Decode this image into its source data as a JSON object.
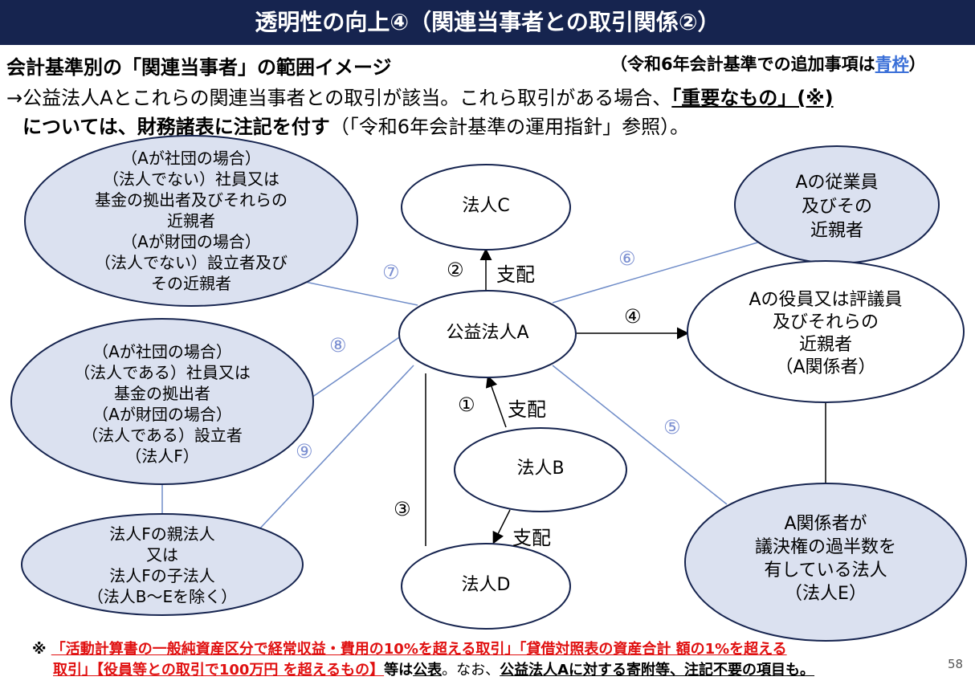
{
  "header": {
    "title": "透明性の向上④（関連当事者との取引関係②）"
  },
  "subtitle": "会計基準別の「関連当事者」の範囲イメージ",
  "note": {
    "prefix": "（令和6年会計基準での追加事項は",
    "link": "青枠",
    "suffix": "）"
  },
  "description": {
    "line1_a": "→公益法人Aとこれらの関連当事者との取引が該当。これら取引がある場合、",
    "line1_b": "「重要なもの」(※)",
    "line2_a": "については、財務諸表に注記を付す",
    "line2_b": "（「令和6年会計基準の運用指針」参照）。"
  },
  "nodes": {
    "center": {
      "lines": [
        "公益法人A"
      ]
    },
    "c": {
      "lines": [
        "法人C"
      ]
    },
    "b": {
      "lines": [
        "法人B"
      ]
    },
    "d": {
      "lines": [
        "法人D"
      ]
    },
    "officers": {
      "lines": [
        "Aの役員又は評議員",
        "及びそれらの",
        "近親者",
        "（A関係者）"
      ]
    },
    "employees": {
      "lines": [
        "Aの従業員",
        "及びその",
        "近親者"
      ]
    },
    "e": {
      "lines": [
        "A関係者が",
        "議決権の過半数を",
        "有している法人",
        "（法人E）"
      ]
    },
    "members_non": {
      "lines": [
        "（Aが社団の場合）",
        "（法人でない）社員又は",
        "基金の拠出者及びそれらの",
        "近親者",
        "（Aが財団の場合）",
        "（法人でない）設立者及び",
        "その近親者"
      ]
    },
    "members_corp": {
      "lines": [
        "（Aが社団の場合）",
        "（法人である）社員又は",
        "基金の拠出者",
        "（Aが財団の場合）",
        "（法人である）設立者",
        "（法人F）"
      ]
    },
    "f_parent": {
      "lines": [
        "法人Fの親法人",
        "又は",
        "法人Fの子法人",
        "（法人B～Eを除く）"
      ]
    }
  },
  "edge_labels": {
    "n1": "①",
    "n2": "②",
    "n3": "③",
    "n4": "④",
    "n5": "⑤",
    "n6": "⑥",
    "n7": "⑦",
    "n8": "⑧",
    "n9": "⑨",
    "control": "支配"
  },
  "footer": {
    "mark": "※",
    "line1_red": "「活動計算書の一般純資産区分で経常収益・費用の10%を超える取引」「貸借対照表の資産合計 額の1%を超える",
    "line2_red": "取引」【役員等との取引で100万円  を超えるもの】",
    "line2_mid1": "等は",
    "line2_pub": "公表",
    "line2_mid2": "。なお、",
    "line2_end": "公益法人Aに対する寄附等、注記不要の項目も。"
  },
  "page_number": "58",
  "colors": {
    "header_bg": "#16244f",
    "node_fill_blue": "#dbe1f0",
    "node_stroke": "#16244f",
    "edge_blue": "#6f8cc8",
    "highlight_red": "#e01010"
  }
}
